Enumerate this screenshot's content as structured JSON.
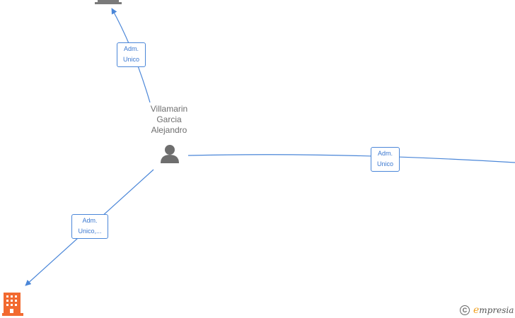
{
  "person": {
    "name_lines": [
      "Villamarin",
      "Garcia",
      "Alejandro"
    ],
    "icon": "person-icon"
  },
  "edges": [
    {
      "label_lines": [
        "Adm.",
        "Unico"
      ],
      "direction": "to-company-top"
    },
    {
      "label_lines": [
        "Adm.",
        "Unico"
      ],
      "direction": "to-company-right"
    },
    {
      "label_lines": [
        "Adm.",
        "Unico,..."
      ],
      "direction": "to-company-bottom-left"
    }
  ],
  "companies": [
    {
      "icon": "building-icon",
      "color": "#7a7a7a"
    },
    {
      "icon": "building-icon",
      "color": "#f26a30"
    }
  ],
  "colors": {
    "edge": "#4a86d8",
    "text": "#6e6e6e"
  },
  "footer": {
    "copyright_symbol": "C",
    "brand": "mpresia",
    "brand_initial": "e"
  }
}
